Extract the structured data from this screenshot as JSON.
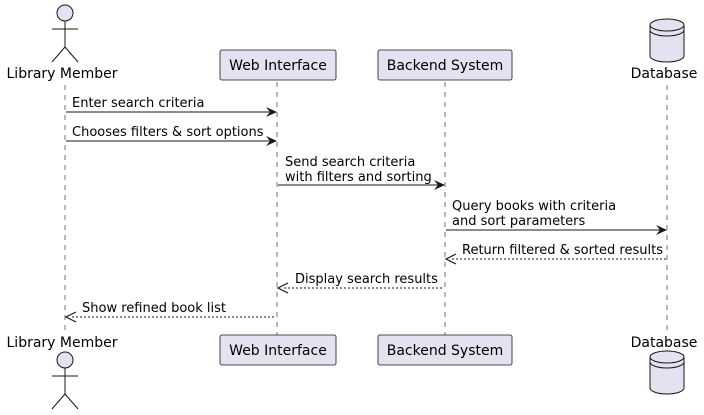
{
  "colors": {
    "participant_fill": "#e2e2f0",
    "participant_stroke": "#181818",
    "arrow": "#181818",
    "lifeline": "#181818",
    "background": "#ffffff"
  },
  "participants": [
    {
      "id": "member",
      "label": "Library Member",
      "kind": "actor"
    },
    {
      "id": "web",
      "label": "Web Interface",
      "kind": "participant"
    },
    {
      "id": "backend",
      "label": "Backend System",
      "kind": "participant"
    },
    {
      "id": "db",
      "label": "Database",
      "kind": "database"
    }
  ],
  "messages": [
    {
      "from": "member",
      "to": "web",
      "style": "solid",
      "lines": [
        "Enter search criteria"
      ]
    },
    {
      "from": "member",
      "to": "web",
      "style": "solid",
      "lines": [
        "Chooses filters & sort options"
      ]
    },
    {
      "from": "web",
      "to": "backend",
      "style": "solid",
      "lines": [
        "Send search criteria",
        "with filters and sorting"
      ]
    },
    {
      "from": "backend",
      "to": "db",
      "style": "solid",
      "lines": [
        "Query books with criteria",
        "and sort parameters"
      ]
    },
    {
      "from": "db",
      "to": "backend",
      "style": "dashed",
      "lines": [
        "Return filtered & sorted results"
      ]
    },
    {
      "from": "backend",
      "to": "web",
      "style": "dashed",
      "lines": [
        "Display search results"
      ]
    },
    {
      "from": "web",
      "to": "member",
      "style": "dashed",
      "lines": [
        "Show refined book list"
      ]
    }
  ]
}
